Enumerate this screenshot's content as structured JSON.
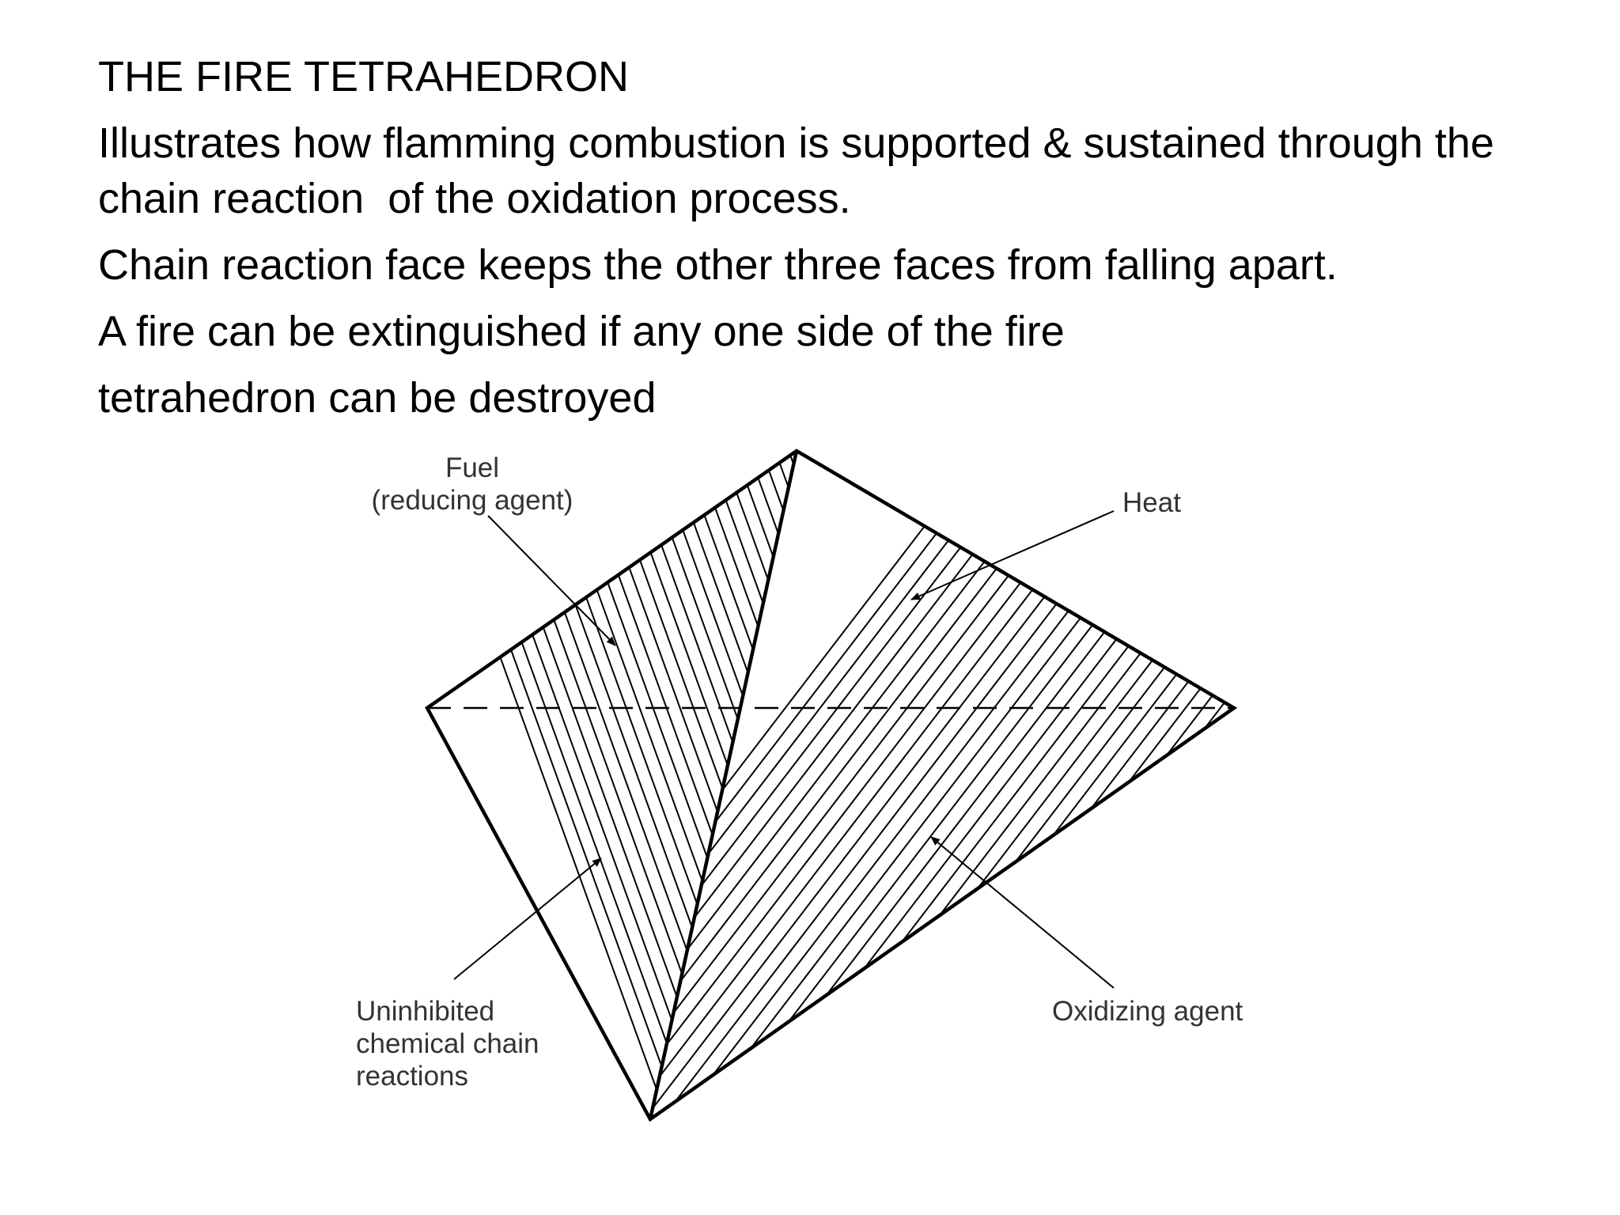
{
  "slide": {
    "title": "THE FIRE TETRAHEDRON",
    "paragraphs": [
      "Illustrates how flamming combustion is supported & sustained through the chain reaction  of the oxidation process.",
      "Chain reaction face keeps the other three faces from falling apart.",
      "A fire can be extinguished if any one side of the fire",
      "tetrahedron can be destroyed"
    ]
  },
  "diagram": {
    "labels": {
      "fuel_line1": "Fuel",
      "fuel_line2": "(reducing agent)",
      "heat": "Heat",
      "chain_line1": "Uninhibited",
      "chain_line2": "chemical chain",
      "chain_line3": "reactions",
      "oxidizing": "Oxidizing agent"
    },
    "colors": {
      "ink": "#000000",
      "label": "#333333",
      "background": "#ffffff"
    }
  }
}
